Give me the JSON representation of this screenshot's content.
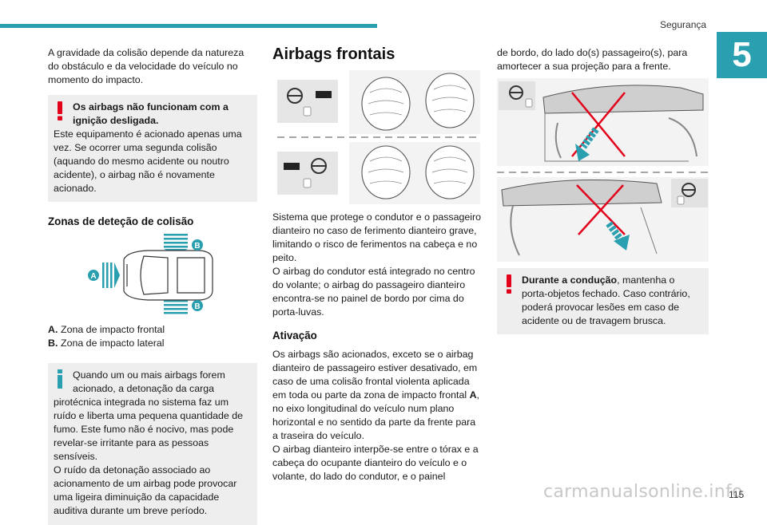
{
  "header": {
    "section": "Segurança",
    "chapter": "5"
  },
  "footer": {
    "page": "115",
    "watermark": "carmanualsonline.info"
  },
  "col1": {
    "intro": "A gravidade da colisão depende da natureza do obstáculo e da velocidade do veículo no momento do impacto.",
    "warning": {
      "title": "Os airbags não funcionam com a ignição desligada.",
      "body": "Este equipamento é acionado apenas uma vez. Se ocorrer uma segunda colisão (aquando do mesmo acidente ou noutro acidente), o airbag não é novamente acionado."
    },
    "zones_heading": "Zonas de deteção de colisão",
    "diagram_labels": {
      "a": "A",
      "b_top": "B",
      "b_bottom": "B"
    },
    "legend": [
      {
        "key": "A.",
        "text": "Zona de impacto frontal"
      },
      {
        "key": "B.",
        "text": "Zona de impacto lateral"
      }
    ],
    "info": {
      "title": "Quando um ou mais airbags forem acionado, a detonação da carga",
      "body": "pirotécnica integrada no sistema faz um ruído e liberta uma pequena quantidade de fumo. Este fumo não é nocivo, mas pode revelar-se irritante para as pessoas sensíveis.",
      "body2": "O ruído da detonação associado ao acionamento de um airbag pode provocar uma ligeira diminuição da capacidade auditiva durante um breve período."
    }
  },
  "col2": {
    "heading": "Airbags frontais",
    "desc1": "Sistema que protege o condutor e o passageiro dianteiro no caso de ferimento dianteiro grave, limitando o risco de ferimentos na cabeça e no peito.",
    "desc2": "O airbag do condutor está integrado no centro do volante; o airbag do passageiro dianteiro encontra-se no painel de bordo por cima do porta-luvas.",
    "activation_heading": "Ativação",
    "activation1_pre": "Os airbags são acionados, exceto se o airbag dianteiro de passageiro estiver desativado, em caso de uma colisão frontal violenta aplicada em toda ou parte da zona de impacto frontal ",
    "activation1_key": "A",
    "activation1_post": ", no eixo longitudinal do veículo num plano horizontal e no sentido da parte da frente para a traseira do veículo.",
    "activation2": "O airbag dianteiro interpõe-se entre o tórax e a cabeça do ocupante dianteiro do veículo e o volante, do lado do condutor, e o painel"
  },
  "col3": {
    "cont": "de bordo, do lado do(s) passageiro(s), para amortecer a sua projeção para a frente.",
    "warning_bold": "Durante a condução",
    "warning_rest": ", mantenha o porta-objetos fechado. Caso contrário, poderá provocar lesões em caso de acidente ou de travagem brusca."
  },
  "colors": {
    "accent": "#2a9fb0",
    "warning": "#e2001a",
    "info": "#2a9fb0",
    "box": "#eeeeee"
  }
}
